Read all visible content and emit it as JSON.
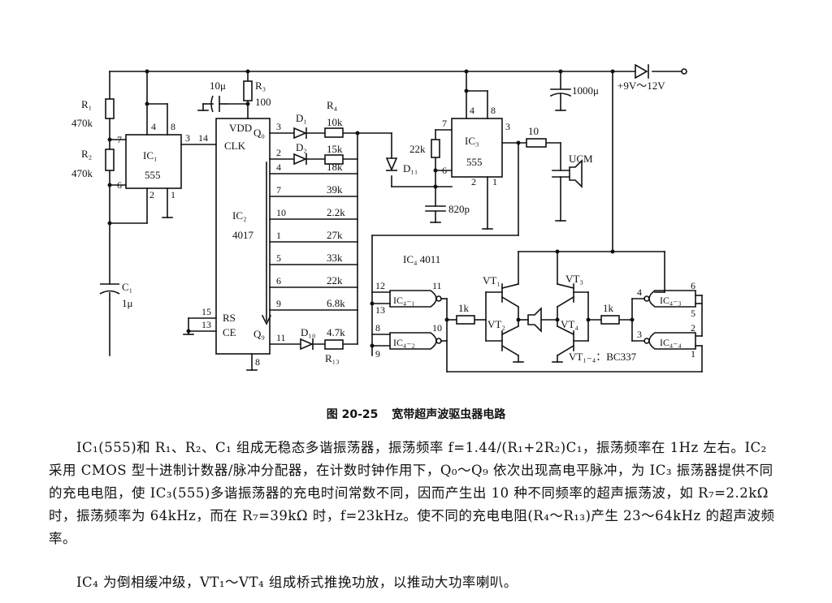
{
  "diagram": {
    "supply": "+9V～12V",
    "cap_1000": "1000μ",
    "r1": "R₁",
    "r1_val": "470k",
    "r2": "R₂",
    "r2_val": "470k",
    "c1": "C₁",
    "c1_val": "1μ",
    "ic1": "IC₁",
    "ic1_type": "555",
    "cap_10": "10μ",
    "r3": "R₃",
    "r3_val": "100",
    "ic2": "IC₂",
    "ic2_type": "4017",
    "vdd": "VDD",
    "clk": "CLK",
    "q0": "Q₀",
    "q9": "Q₉",
    "rs": "RS",
    "ce": "CE",
    "d1": "D₁",
    "d2": "D₂",
    "d10": "D₁₀",
    "d11": "D₁₁",
    "r4": "R₄",
    "r13": "R₁₃",
    "resistors": [
      "10k",
      "15k",
      "18k",
      "39k",
      "2.2k",
      "27k",
      "33k",
      "22k",
      "6.8k",
      "4.7k"
    ],
    "ic2_pins": [
      "3",
      "2",
      "4",
      "7",
      "10",
      "1",
      "5",
      "6",
      "9",
      "11"
    ],
    "ic3": "IC₃",
    "ic3_type": "555",
    "r_22k": "22k",
    "c_820": "820p",
    "r_10": "10",
    "ucm": "UCM",
    "ic4": "IC₄ 4011",
    "ic4_1": "IC₄₋₁",
    "ic4_2": "IC₄₋₂",
    "ic4_3": "IC₄₋₃",
    "ic4_4": "IC₄₋₄",
    "r_1k": "1k",
    "vt1": "VT₁",
    "vt2": "VT₂",
    "vt3": "VT₃",
    "vt4": "VT₄",
    "vt_note": "VT₁₋₄：BC337",
    "pin_labels": {
      "ic1_4": "4",
      "ic1_8": "8",
      "ic1_7": "7",
      "ic1_6": "6",
      "ic1_2": "2",
      "ic1_1": "1",
      "ic1_3": "3",
      "ic2_14": "14",
      "ic2_15": "15",
      "ic2_13": "13",
      "ic2_8": "8",
      "ic3_4": "4",
      "ic3_8": "8",
      "ic3_7": "7",
      "ic3_6": "6",
      "ic3_2": "2",
      "ic3_1": "1",
      "ic3_3": "3",
      "g1_12": "12",
      "g1_13": "13",
      "g1_11": "11",
      "g2_8": "8",
      "g2_9": "9",
      "g2_10": "10",
      "g3_4": "4",
      "g3_6": "6",
      "g3_5": "5",
      "g4_3": "3",
      "g4_2": "2",
      "g4_1": "1"
    }
  },
  "caption": {
    "fig_no": "图 20-25",
    "title": "宽带超声波驱虫器电路"
  },
  "paragraphs": [
    "IC₁(555)和 R₁、R₂、C₁ 组成无稳态多谐振荡器，振荡频率 f=1.44/(R₁+2R₂)C₁，振荡频率在 1Hz 左右。IC₂ 采用 CMOS 型十进制计数器/脉冲分配器，在计数时钟作用下，Q₀～Q₉ 依次出现高电平脉冲，为 IC₃ 振荡器提供不同的充电电阻，使 IC₃(555)多谐振荡器的充电时间常数不同，因而产生出 10 种不同频率的超声振荡波，如 R₇=2.2kΩ 时，振荡频率为 64kHz，而在 R₇=39kΩ 时，f=23kHz。使不同的充电电阻(R₄～R₁₃)产生 23～64kHz 的超声波频率。",
    "IC₄ 为倒相缓冲级，VT₁～VT₄ 组成桥式推挽功放，以推动大功率喇叭。"
  ]
}
